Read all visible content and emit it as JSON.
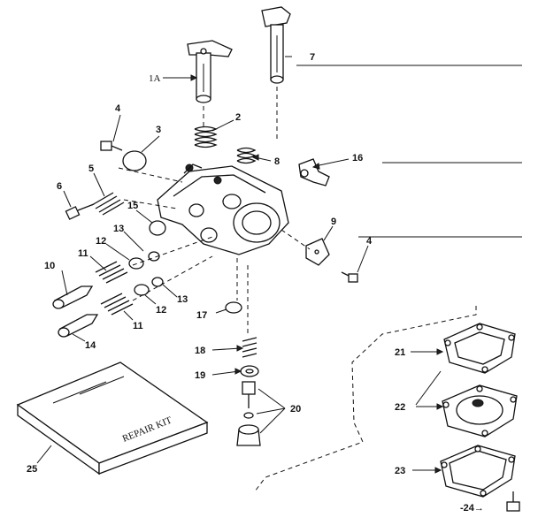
{
  "labels": {
    "l1a": "1A",
    "l2": "2",
    "l3": "3",
    "l4a": "4",
    "l4b": "4",
    "l5": "5",
    "l6": "6",
    "l7": "7",
    "l8": "8",
    "l9": "9",
    "l10": "10",
    "l11a": "11",
    "l11b": "11",
    "l12a": "12",
    "l12b": "12",
    "l13a": "13",
    "l13b": "13",
    "l14": "14",
    "l15": "15",
    "l16": "16",
    "l17": "17",
    "l18": "18",
    "l19": "19",
    "l20": "20",
    "l21": "21",
    "l22": "22",
    "l23": "23",
    "l24": "-24→",
    "l25": "25",
    "kit": "REPAIR KIT"
  }
}
